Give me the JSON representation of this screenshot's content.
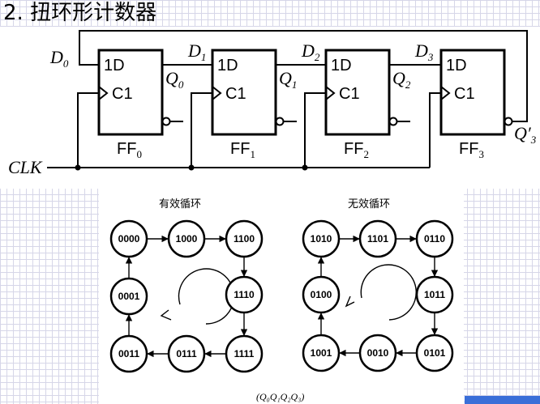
{
  "title": "2. 扭环形计数器",
  "circuit": {
    "d_labels": [
      "D",
      "D",
      "D",
      "D"
    ],
    "d_subs": [
      "0",
      "1",
      "2",
      "3"
    ],
    "q_labels": [
      "Q",
      "Q",
      "Q",
      "Q′"
    ],
    "q_subs": [
      "0",
      "1",
      "2",
      "3"
    ],
    "ff_d": "1D",
    "ff_c": "C1",
    "ff_names": [
      "FF",
      "FF",
      "FF",
      "FF"
    ],
    "ff_subs": [
      "0",
      "1",
      "2",
      "3"
    ],
    "clk": "CLK"
  },
  "valid_cycle": {
    "title": "有效循环",
    "states": [
      "0000",
      "1000",
      "1100",
      "1110",
      "1111",
      "0111",
      "0011",
      "0001"
    ]
  },
  "invalid_cycle": {
    "title": "无效循环",
    "states": [
      "1010",
      "1101",
      "0110",
      "1011",
      "0101",
      "0010",
      "1001",
      "0100"
    ]
  },
  "caption": "(Q₀Q₁Q₂Q₃)",
  "colors": {
    "accent_bar": "#3a6fd8",
    "grid": "#d6d6e8"
  }
}
